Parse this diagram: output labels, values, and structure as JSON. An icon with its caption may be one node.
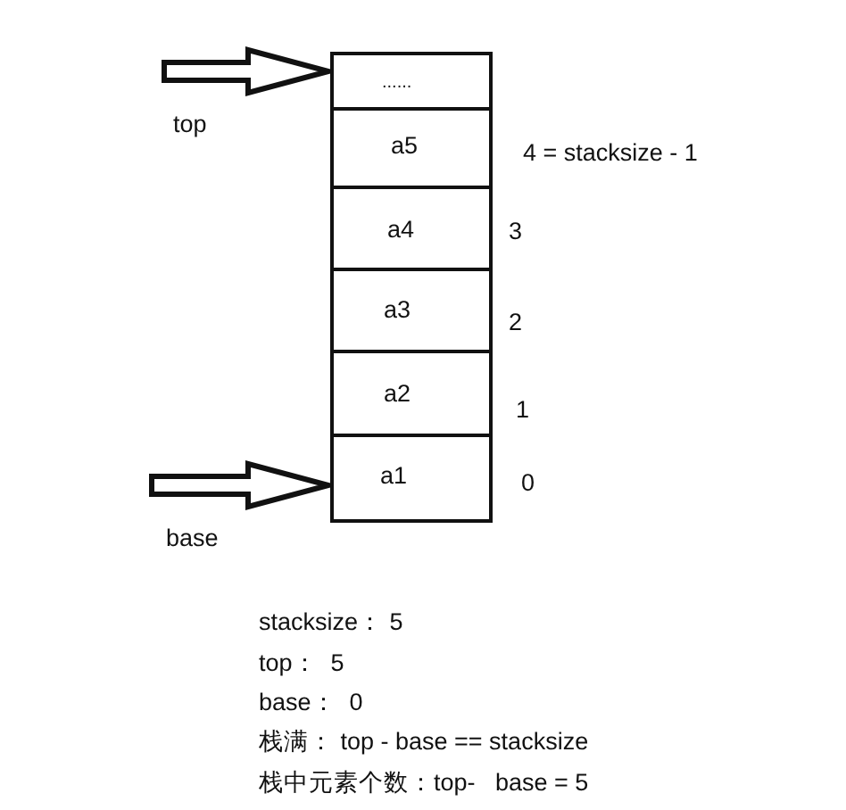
{
  "diagram": {
    "nodes": [
      {
        "text": [
          "......"
        ]
      },
      {
        "text": [
          "a5"
        ]
      },
      {
        "text": [
          "a4"
        ]
      },
      {
        "text": [
          "a3"
        ]
      },
      {
        "text": [
          "a2"
        ]
      },
      {
        "text": [
          "a1"
        ]
      }
    ],
    "edges": [
      {
        "from": null,
        "to": 0,
        "arrow": "to",
        "label": "top"
      },
      {
        "from": null,
        "to": 5,
        "arrow": "to",
        "label": "base"
      }
    ],
    "labels": [
      "4 = stacksize - 1",
      "3",
      "2",
      "1",
      "0",
      "stacksize： 5",
      "top：  5",
      "base：  0",
      "栈满： top - base == stacksize",
      "栈中元素个数：top-   base = 5"
    ]
  }
}
